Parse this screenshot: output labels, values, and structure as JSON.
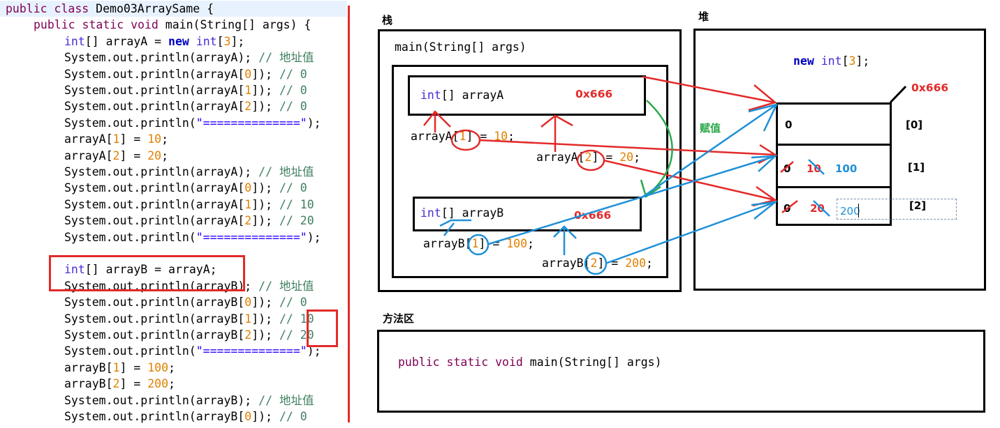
{
  "code_lines": [
    {
      "t": "public class Demo03ArraySame {",
      "indent": 0
    },
    {
      "t": "public static void main(String[] args) {",
      "indent": 1
    },
    {
      "t": "int[] arrayA = new int[3];",
      "indent": 2
    },
    {
      "t": "System.out.println(arrayA); // 地址值",
      "indent": 2
    },
    {
      "t": "System.out.println(arrayA[0]); // 0",
      "indent": 2
    },
    {
      "t": "System.out.println(arrayA[1]); // 0",
      "indent": 2
    },
    {
      "t": "System.out.println(arrayA[2]); // 0",
      "indent": 2
    },
    {
      "t": "System.out.println(\"==============\");",
      "indent": 2
    },
    {
      "t": "arrayA[1] = 10;",
      "indent": 2
    },
    {
      "t": "arrayA[2] = 20;",
      "indent": 2
    },
    {
      "t": "System.out.println(arrayA); // 地址值",
      "indent": 2
    },
    {
      "t": "System.out.println(arrayA[0]); // 0",
      "indent": 2
    },
    {
      "t": "System.out.println(arrayA[1]); // 10",
      "indent": 2
    },
    {
      "t": "System.out.println(arrayA[2]); // 20",
      "indent": 2
    },
    {
      "t": "System.out.println(\"==============\");",
      "indent": 2
    },
    {
      "t": "",
      "indent": 2
    },
    {
      "t": "int[] arrayB = arrayA;",
      "indent": 2
    },
    {
      "t": "System.out.println(arrayB); // 地址值",
      "indent": 2
    },
    {
      "t": "System.out.println(arrayB[0]); // 0",
      "indent": 2
    },
    {
      "t": "System.out.println(arrayB[1]); // 10",
      "indent": 2
    },
    {
      "t": "System.out.println(arrayB[2]); // 20",
      "indent": 2
    },
    {
      "t": "System.out.println(\"==============\");",
      "indent": 2
    },
    {
      "t": "arrayB[1] = 100;",
      "indent": 2
    },
    {
      "t": "arrayB[2] = 200;",
      "indent": 2
    },
    {
      "t": "System.out.println(arrayB); // 地址值",
      "indent": 2
    },
    {
      "t": "System.out.println(arrayB[0]); // 0",
      "indent": 2
    }
  ],
  "diagram": {
    "stack_label": "栈",
    "heap_label": "堆",
    "method_area_label": "方法区",
    "main_frame_label": "main(String[] args)",
    "arrayA_decl": "int[] arrayA",
    "arrayA_addr": "0x666",
    "arrayB_decl": "int[] arrayB",
    "arrayB_addr": "0x666",
    "stmt_a1": "arrayA[1] = 10;",
    "stmt_a2": "arrayA[2] = 20;",
    "stmt_b1": "arrayB[1] = 100;",
    "stmt_b2": "arrayB[2] = 200;",
    "new_expr": "new int[3];",
    "heap_addr": "0x666",
    "assign_label": "赋值",
    "cells": [
      {
        "index_label": "[0]",
        "values": [
          "0"
        ]
      },
      {
        "index_label": "[1]",
        "values": [
          "0",
          "10",
          "100"
        ]
      },
      {
        "index_label": "[2]",
        "values": [
          "0",
          "20",
          "200"
        ]
      }
    ],
    "method_sig": "public static void main(String[] args)"
  },
  "colors": {
    "annot_red": "#e32a2a",
    "annot_blue": "#1e90d8",
    "annot_green": "#2aa84a",
    "keyword": "#7f0055",
    "number": "#e08000",
    "comment": "#3f7f5f",
    "string": "#2a00ff"
  }
}
